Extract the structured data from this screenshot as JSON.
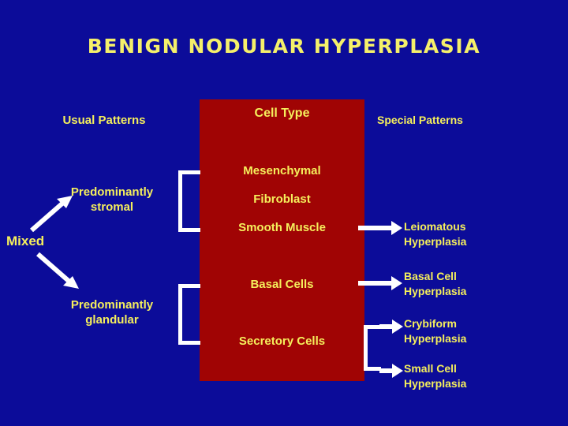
{
  "slide": {
    "title": "BENIGN NODULAR HYPERPLASIA",
    "background_color": "#0c0c99",
    "accent_box_color": "#a00404",
    "text_color": "#f5ef5c",
    "connector_color": "#ffffff"
  },
  "headers": {
    "usual": "Usual Patterns",
    "cell_type": "Cell Type",
    "special": "Special Patterns"
  },
  "usual_patterns": {
    "mixed": "Mixed",
    "stromal": "Predominantly\nstromal",
    "glandular": "Predominantly\nglandular"
  },
  "cell_types": {
    "mesenchymal": "Mesenchymal",
    "fibroblast": "Fibroblast",
    "smooth_muscle": "Smooth Muscle",
    "basal_cells": "Basal Cells",
    "secretory_cells": "Secretory Cells"
  },
  "special_patterns": {
    "leiomatous": "Leiomatous\nHyperplasia",
    "basal_cell": "Basal Cell\nHyperplasia",
    "crybiform": "Crybiform\nHyperplasia",
    "small_cell": "Small Cell\nHyperplasia"
  },
  "connectors": {
    "bracket_stromal": "bracket-icon",
    "bracket_glandular": "bracket-icon",
    "bracket_secretory": "bracket-icon",
    "arrow_mixed_up": "arrow-up-right-icon",
    "arrow_mixed_down": "arrow-down-right-icon",
    "arrow_smooth": "arrow-right-icon",
    "arrow_basal": "arrow-right-icon",
    "arrow_crybiform": "arrow-right-icon",
    "arrow_small_cell": "arrow-right-icon"
  }
}
